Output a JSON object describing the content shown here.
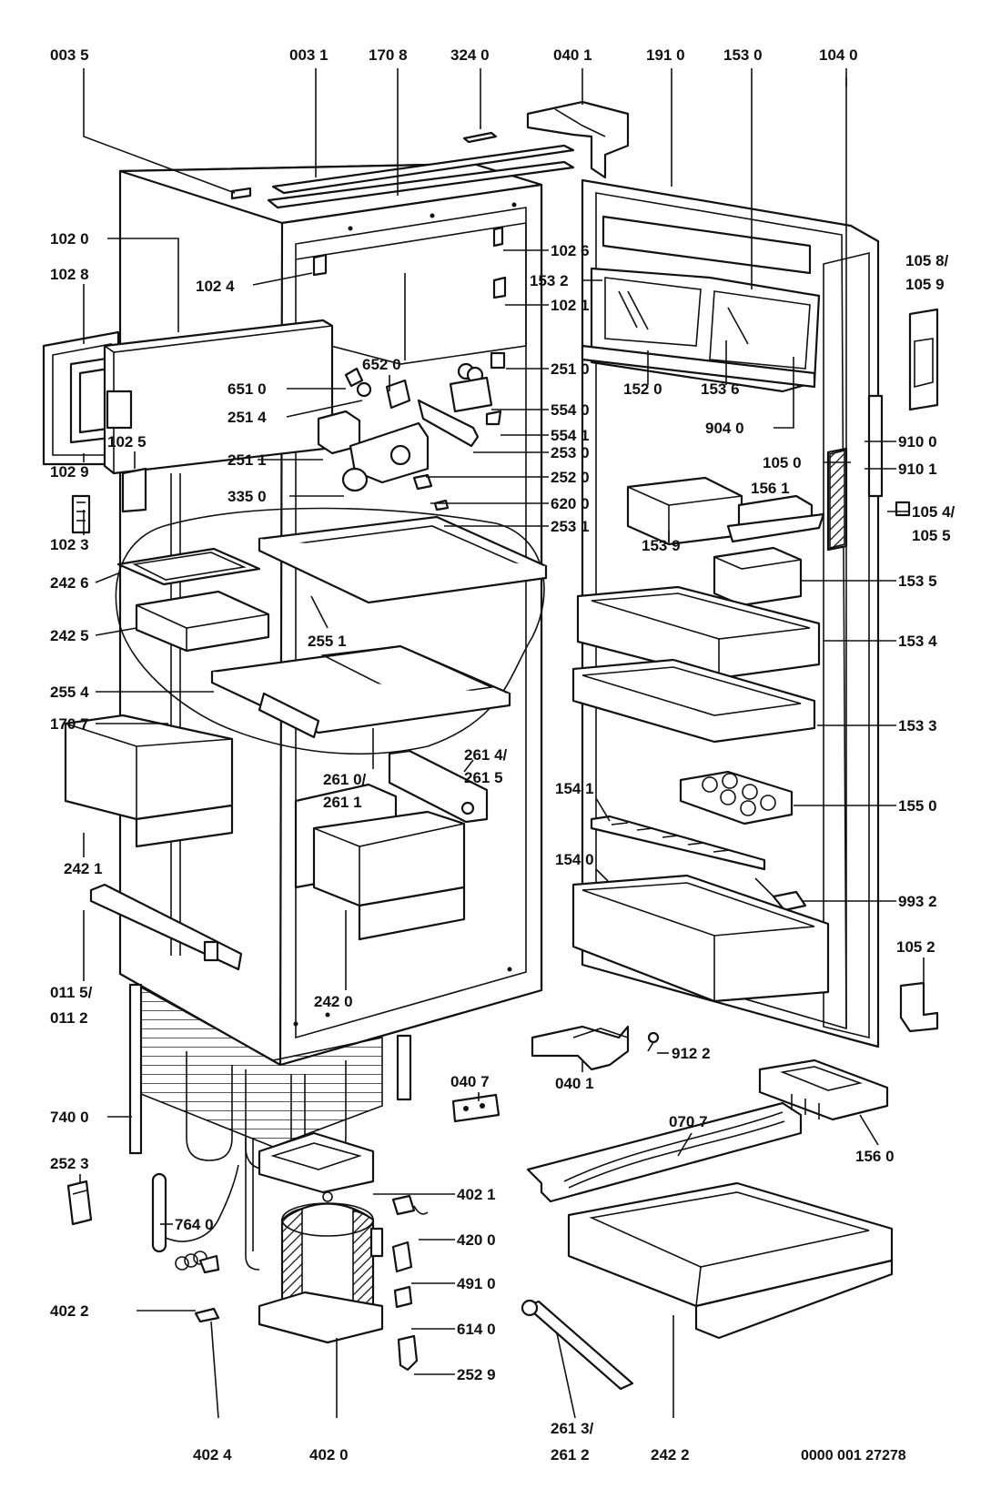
{
  "labels": [
    {
      "id": "l-0035",
      "text": "003 5"
    },
    {
      "id": "l-0031",
      "text": "003 1"
    },
    {
      "id": "l-1708",
      "text": "170 8"
    },
    {
      "id": "l-3240",
      "text": "324 0"
    },
    {
      "id": "l-0401a",
      "text": "040 1"
    },
    {
      "id": "l-1910",
      "text": "191 0"
    },
    {
      "id": "l-1530",
      "text": "153 0"
    },
    {
      "id": "l-1040",
      "text": "104 0"
    },
    {
      "id": "l-1020",
      "text": "102 0"
    },
    {
      "id": "l-1028",
      "text": "102 8"
    },
    {
      "id": "l-1024",
      "text": "102 4"
    },
    {
      "id": "l-1026",
      "text": "102 6"
    },
    {
      "id": "l-1532",
      "text": "153 2"
    },
    {
      "id": "l-1021",
      "text": "102 1"
    },
    {
      "id": "l-1058",
      "text": "105 8/"
    },
    {
      "id": "l-1059",
      "text": "105 9"
    },
    {
      "id": "l-6520",
      "text": "652 0"
    },
    {
      "id": "l-6510",
      "text": "651 0"
    },
    {
      "id": "l-2510",
      "text": "251 0"
    },
    {
      "id": "l-2514",
      "text": "251 4"
    },
    {
      "id": "l-5540",
      "text": "554 0"
    },
    {
      "id": "l-1520",
      "text": "152 0"
    },
    {
      "id": "l-1536",
      "text": "153 6"
    },
    {
      "id": "l-5541",
      "text": "554 1"
    },
    {
      "id": "l-9040",
      "text": "904 0"
    },
    {
      "id": "l-9100",
      "text": "910 0"
    },
    {
      "id": "l-2530",
      "text": "253 0"
    },
    {
      "id": "l-1025",
      "text": "102 5"
    },
    {
      "id": "l-2511",
      "text": "251 1"
    },
    {
      "id": "l-1029",
      "text": "102 9"
    },
    {
      "id": "l-2520",
      "text": "252 0"
    },
    {
      "id": "l-1050",
      "text": "105 0"
    },
    {
      "id": "l-9101",
      "text": "910 1"
    },
    {
      "id": "l-3350",
      "text": "335 0"
    },
    {
      "id": "l-6200",
      "text": "620 0"
    },
    {
      "id": "l-1561",
      "text": "156 1"
    },
    {
      "id": "l-2531",
      "text": "253 1"
    },
    {
      "id": "l-1054",
      "text": "105 4/"
    },
    {
      "id": "l-1055",
      "text": "105 5"
    },
    {
      "id": "l-1023",
      "text": "102 3"
    },
    {
      "id": "l-2426",
      "text": "242 6"
    },
    {
      "id": "l-1539",
      "text": "153 9"
    },
    {
      "id": "l-1535",
      "text": "153 5"
    },
    {
      "id": "l-2425",
      "text": "242 5"
    },
    {
      "id": "l-2551",
      "text": "255 1"
    },
    {
      "id": "l-1534",
      "text": "153 4"
    },
    {
      "id": "l-2554",
      "text": "255 4"
    },
    {
      "id": "l-1707",
      "text": "170 7"
    },
    {
      "id": "l-1533",
      "text": "153 3"
    },
    {
      "id": "l-2614",
      "text": "261 4/"
    },
    {
      "id": "l-2615",
      "text": "261 5"
    },
    {
      "id": "l-2610",
      "text": "261 0/"
    },
    {
      "id": "l-2611",
      "text": "261 1"
    },
    {
      "id": "l-1541",
      "text": "154 1"
    },
    {
      "id": "l-1550",
      "text": "155 0"
    },
    {
      "id": "l-1540",
      "text": "154 0"
    },
    {
      "id": "l-2421",
      "text": "242 1"
    },
    {
      "id": "l-9932",
      "text": "993 2"
    },
    {
      "id": "l-1052",
      "text": "105 2"
    },
    {
      "id": "l-0115",
      "text": "011 5/"
    },
    {
      "id": "l-0112",
      "text": "011 2"
    },
    {
      "id": "l-2420",
      "text": "242 0"
    },
    {
      "id": "l-9122",
      "text": "912 2"
    },
    {
      "id": "l-0401b",
      "text": "040 1"
    },
    {
      "id": "l-7400",
      "text": "740 0"
    },
    {
      "id": "l-0407",
      "text": "040 7"
    },
    {
      "id": "l-0707",
      "text": "070 7"
    },
    {
      "id": "l-1560",
      "text": "156 0"
    },
    {
      "id": "l-2523",
      "text": "252 3"
    },
    {
      "id": "l-7640",
      "text": "764 0"
    },
    {
      "id": "l-4021",
      "text": "402 1"
    },
    {
      "id": "l-4200",
      "text": "420 0"
    },
    {
      "id": "l-4910",
      "text": "491 0"
    },
    {
      "id": "l-4022",
      "text": "402 2"
    },
    {
      "id": "l-6140",
      "text": "614 0"
    },
    {
      "id": "l-2529",
      "text": "252 9"
    },
    {
      "id": "l-2613",
      "text": "261 3/"
    },
    {
      "id": "l-2612",
      "text": "261 2"
    },
    {
      "id": "l-4024",
      "text": "402 4"
    },
    {
      "id": "l-4020",
      "text": "402 0"
    },
    {
      "id": "l-2422",
      "text": "242 2"
    }
  ],
  "document_number": "0000 001 27278",
  "colors": {
    "ink": "#111111",
    "paper": "#ffffff"
  }
}
